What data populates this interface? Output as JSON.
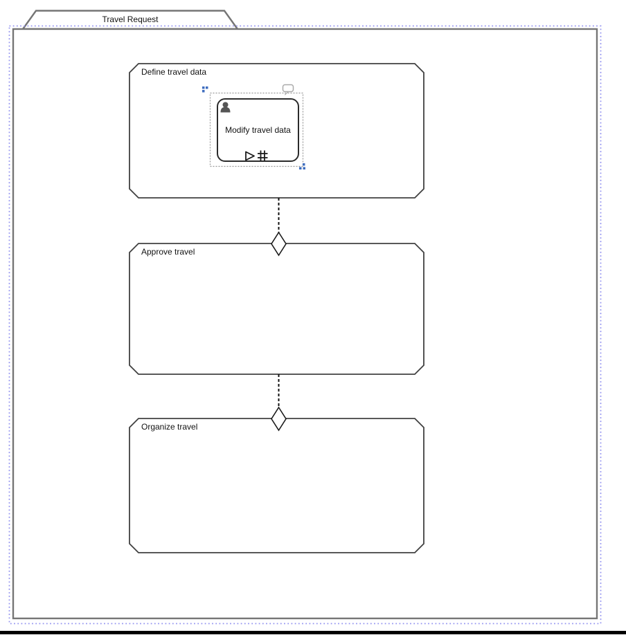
{
  "diagram": {
    "case_plan": {
      "title": "Travel Request",
      "selected": true
    },
    "stages": [
      {
        "label": "Define travel data"
      },
      {
        "label": "Approve travel"
      },
      {
        "label": "Organize travel"
      }
    ],
    "task": {
      "label": "Modify travel data",
      "selected": true,
      "type_icon": "human-task-icon",
      "markers": [
        "manual-activation-triangle-icon",
        "repetition-hash-icon"
      ],
      "overlay_icon": "comment-bubble-icon"
    },
    "connectors": [
      {
        "from": "Define travel data",
        "to": "Approve travel",
        "style": "dashed",
        "entry_criterion": "diamond"
      },
      {
        "from": "Approve travel",
        "to": "Organize travel",
        "style": "dashed",
        "entry_criterion": "diamond"
      }
    ],
    "colors": {
      "selection_outline": "#9494f0",
      "case_border": "#757575",
      "stage_border": "#404040",
      "task_border": "#2b2b2b",
      "connector": "#111111",
      "resize_handle": "#3f6ebf",
      "overlay_icon": "#aaaaaa",
      "human_icon": "#555555",
      "window_edge": "#000000"
    }
  }
}
